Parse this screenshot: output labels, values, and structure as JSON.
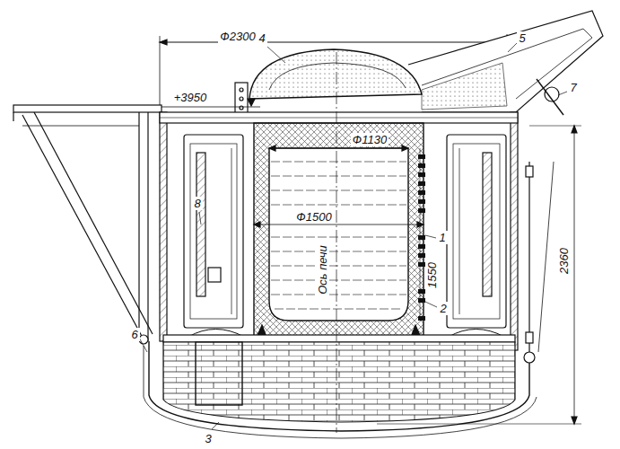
{
  "diagram": {
    "labels": [
      "Ф2300",
      "5",
      "4",
      "+3950",
      "7",
      "Ф1130",
      "Ф1500",
      "8",
      "1",
      "Ось печи",
      "1550",
      "2",
      "2360",
      "6",
      "3"
    ]
  }
}
